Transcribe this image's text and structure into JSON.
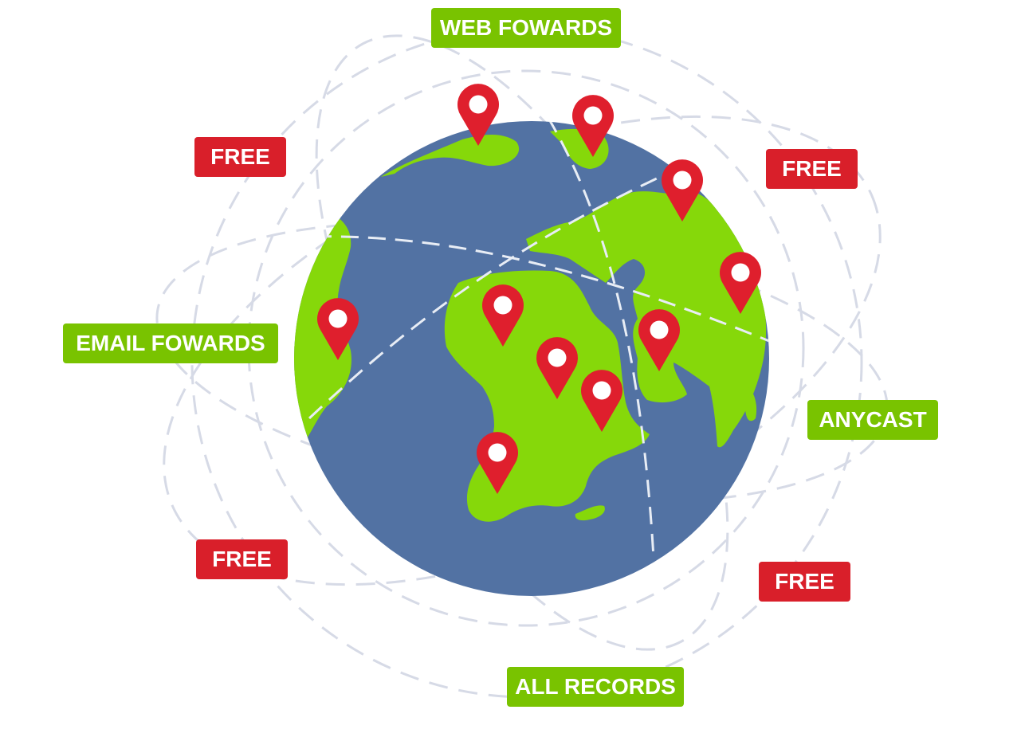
{
  "colors": {
    "ocean": "#5272a3",
    "land": "#86d80a",
    "pin": "#df1f2d",
    "pin_dot": "#ffffff",
    "orbit": "#d6dae6",
    "globe_line": "#e8edf5",
    "green_tag": "#79c300",
    "red_tag": "#d91f2a"
  },
  "icons": {
    "pin": "map-pin-icon",
    "globe": "globe-icon"
  },
  "labels": {
    "web_forwards": "WEB FOWARDS",
    "email_forwards": "EMAIL FOWARDS",
    "anycast": "ANYCAST",
    "all_records": "ALL RECORDS",
    "free_top_left": "FREE",
    "free_top_right": "FREE",
    "free_bottom_left": "FREE",
    "free_bottom_right": "FREE"
  }
}
